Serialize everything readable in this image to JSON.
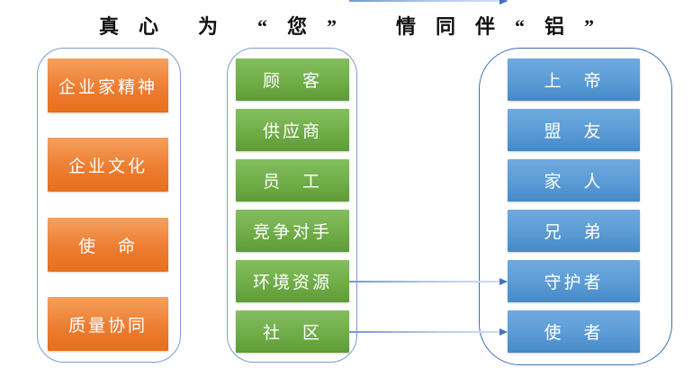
{
  "title": "真　心　　为　　“　您　”　　　情　同　伴　“　铝　”",
  "panels": {
    "values": {
      "items": [
        {
          "label": "企业家精神"
        },
        {
          "label": "企业文化"
        },
        {
          "label": "使　命"
        },
        {
          "label": "质量协同"
        }
      ]
    },
    "stakeholders": {
      "items": [
        {
          "label": "顾　客"
        },
        {
          "label": "供应商"
        },
        {
          "label": "员　工"
        },
        {
          "label": "竞争对手"
        },
        {
          "label": "环境资源"
        },
        {
          "label": "社　区"
        }
      ]
    },
    "roles": {
      "items": [
        {
          "label": "上　帝"
        },
        {
          "label": "盟　友"
        },
        {
          "label": "家　人"
        },
        {
          "label": "兄　弟"
        },
        {
          "label": "守护者"
        },
        {
          "label": "使　者"
        }
      ]
    }
  },
  "connections": [
    {
      "from": "顾客",
      "to": "上帝"
    },
    {
      "from": "供应商",
      "to": "盟友"
    },
    {
      "from": "员工",
      "to": "家人"
    },
    {
      "from": "竞争对手",
      "to": "兄弟"
    },
    {
      "from": "环境资源",
      "to": "守护者"
    },
    {
      "from": "社区",
      "to": "使者"
    }
  ],
  "colors": {
    "values_fill": "#ED7D31",
    "stakeholders_fill": "#70AD47",
    "roles_fill": "#5B9BD5",
    "panel_border": "#7E9BD2",
    "roles_panel_border": "#3E6CB5",
    "arrow": "#4472C4",
    "title_text": "#111111",
    "box_text": "#FFFFFF",
    "background": "#FFFFFF"
  }
}
